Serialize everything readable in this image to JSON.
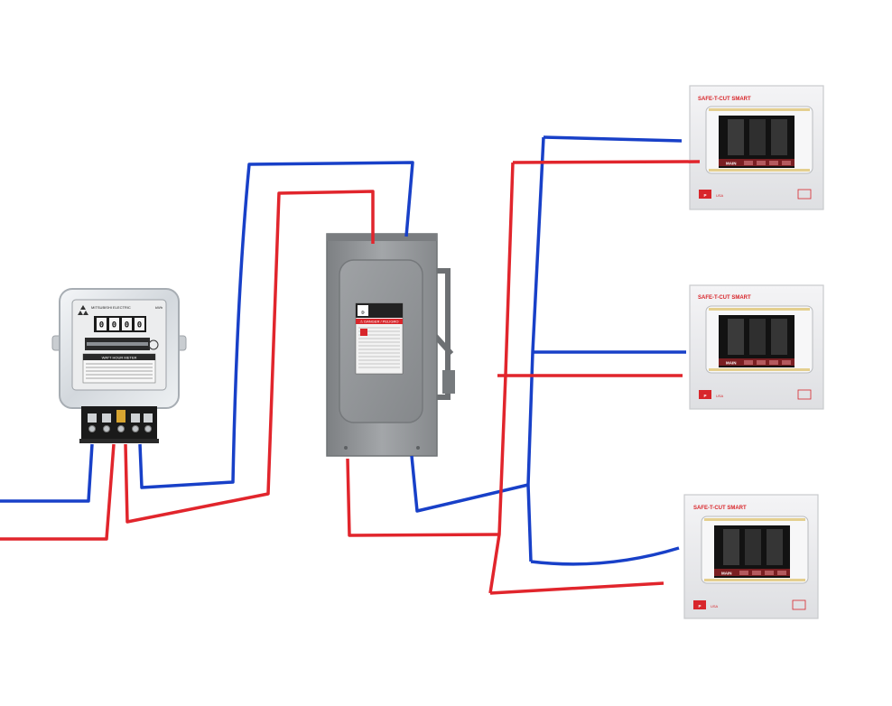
{
  "colors": {
    "live_wire": "#e1252c",
    "neutral_wire": "#1840c8",
    "switch_body": "#8e9194",
    "panel_body": "#ececee",
    "brand_red": "#d8262b"
  },
  "meter": {
    "brand_text": "MITSUBISHI ELECTRIC",
    "dial_digits": [
      "0",
      "0",
      "0",
      "0"
    ],
    "nameplate_title": "WATT HOUR METER",
    "unit_text": "kWh"
  },
  "safety_switch": {
    "warning_text": "⚠ DANGER / PELIGRO",
    "logo_text": "D"
  },
  "panels": [
    {
      "title": "SAFE-T-CUT SMART",
      "main_label": "MAIN",
      "logo_text": "P",
      "logo_suffix": "USA"
    },
    {
      "title": "SAFE-T-CUT SMART",
      "main_label": "MAIN",
      "logo_text": "P",
      "logo_suffix": "USA"
    },
    {
      "title": "SAFE-T-CUT SMART",
      "main_label": "MAIN",
      "logo_text": "P",
      "logo_suffix": "USA"
    }
  ]
}
